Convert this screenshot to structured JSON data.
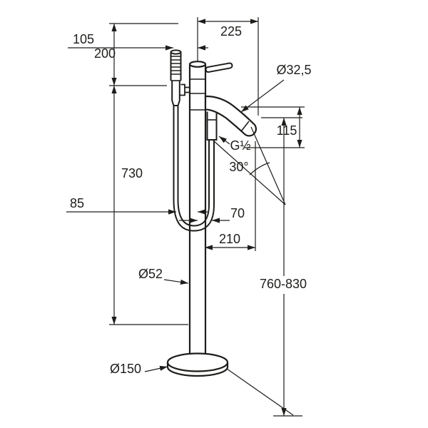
{
  "drawing": {
    "title": "Freestanding bath mixer with hand shower – dimensional drawing",
    "colors": {
      "line": "#1d1d1b",
      "background": "#ffffff"
    },
    "labels": {
      "dim_200": "200",
      "dim_105": "105",
      "dim_225": "225",
      "dia_spout": "Ø32,5",
      "dim_115": "115",
      "thread": "G½",
      "angle": "30°",
      "dim_730": "730",
      "dim_85": "85",
      "dim_70": "70",
      "dim_210": "210",
      "dia_column": "Ø52",
      "height_range": "760-830",
      "dia_base": "Ø150"
    }
  }
}
